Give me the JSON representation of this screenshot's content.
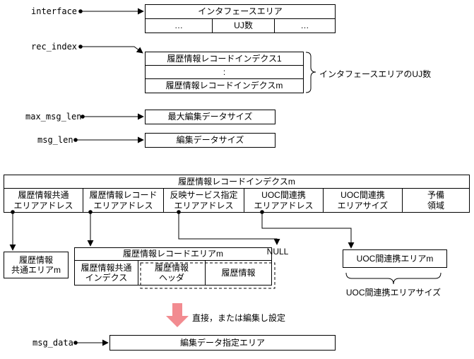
{
  "colors": {
    "line": "#000000",
    "box_background": "#ffffff",
    "highlight_arrow": "#f28b90"
  },
  "pointer_labels": {
    "interface": "interface",
    "rec_index": "rec_index",
    "max_msg_len": "max_msg_len",
    "msg_len": "msg_len",
    "msg_data": "msg_data"
  },
  "interface_area": {
    "title": "インタフェースエリア",
    "cells": [
      "…",
      "UJ数",
      "…"
    ]
  },
  "rec_index_list": {
    "rows": [
      "履歴情報レコードインデクス1",
      ":",
      "履歴情報レコードインデクスm"
    ],
    "brace_label": "インタフェースエリアのUJ数"
  },
  "max_msg_size_box": "最大編集データサイズ",
  "msg_size_box": "編集データサイズ",
  "index_table": {
    "header": "履歴情報レコードインデクスm",
    "columns": [
      {
        "line1": "履歴情報共通",
        "line2": "エリアアドレス"
      },
      {
        "line1": "履歴情報レコード",
        "line2": "エリアアドレス"
      },
      {
        "line1": "反映サービス指定",
        "line2": "エリアアドレス"
      },
      {
        "line1": "UOC間連携",
        "line2": "エリアアドレス"
      },
      {
        "line1": "UOC間連携",
        "line2": "エリアサイズ"
      },
      {
        "line1": "予備",
        "line2": "領域"
      }
    ]
  },
  "common_area_box": {
    "line1": "履歴情報",
    "line2": "共通エリアm"
  },
  "record_area": {
    "header": "履歴情報レコードエリアm",
    "cells": [
      {
        "line1": "履歴情報共通",
        "line2": "インデクス"
      },
      {
        "line1": "履歴情報",
        "line2": "ヘッダ"
      },
      {
        "line1": "履歴情報"
      }
    ]
  },
  "null_label": "NULL",
  "uoc_area_box": "UOC間連携エリアm",
  "uoc_brace_label": "UOC間連携エリアサイズ",
  "set_note": "直接，または編集し設定",
  "msg_data_box": "編集データ指定エリア"
}
